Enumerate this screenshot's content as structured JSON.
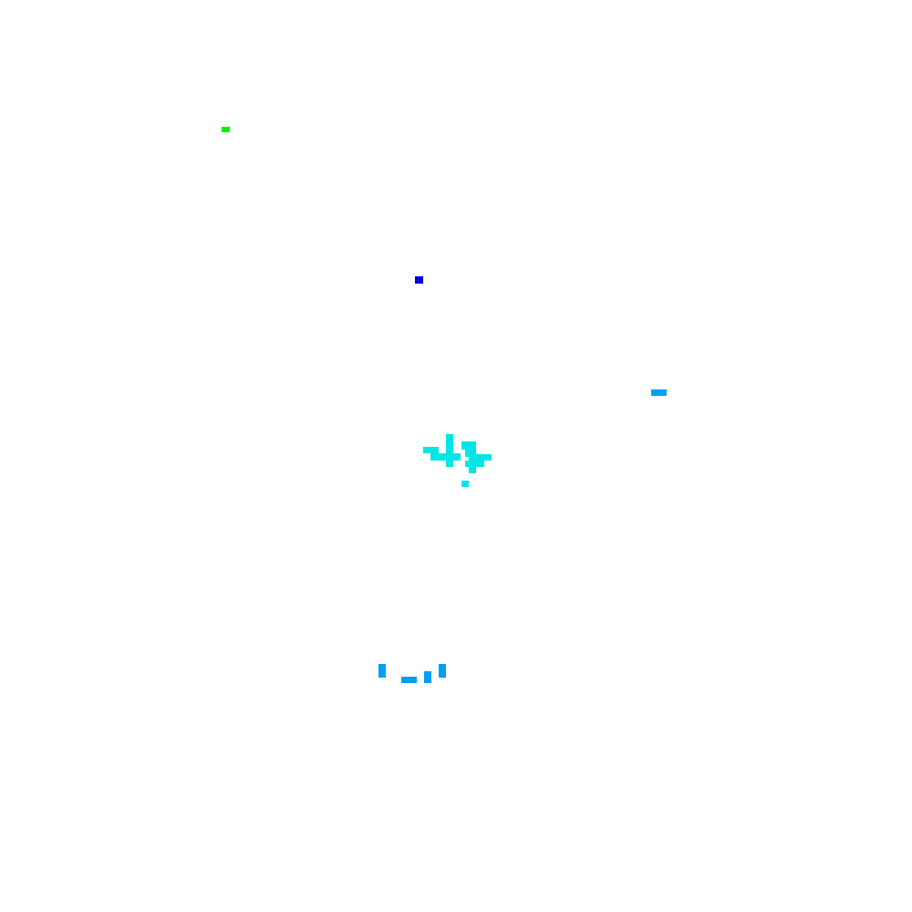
{
  "canvas": {
    "background": "#ffffff"
  },
  "colors": {
    "green": "#00ee00",
    "blue": "#0000dd",
    "sky": "#00a0ee",
    "cyan": "#00e6e6"
  },
  "clusters": [
    {
      "name": "green-mark",
      "color": "green"
    },
    {
      "name": "blue-mark",
      "color": "blue"
    },
    {
      "name": "sky-dash",
      "color": "sky"
    },
    {
      "name": "cyan-cluster",
      "color": "cyan"
    },
    {
      "name": "sky-fragments",
      "color": "sky"
    }
  ]
}
